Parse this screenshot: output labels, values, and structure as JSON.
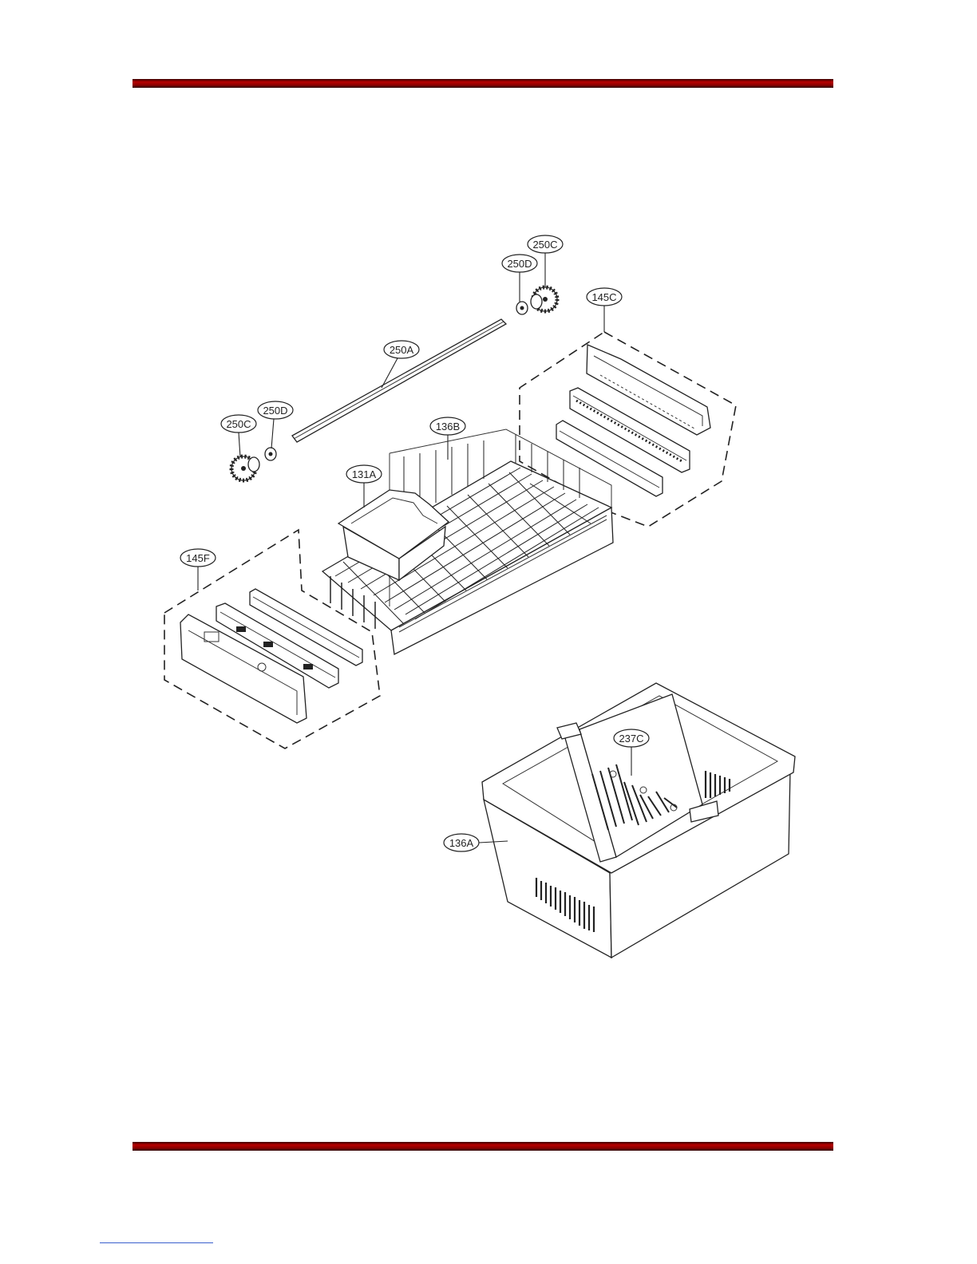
{
  "colors": {
    "rule": "#a00000",
    "ink": "#222222",
    "paper": "#ffffff",
    "link": "#3a5fcd"
  },
  "callouts": {
    "c250C_top": "250C",
    "c250D_top": "250D",
    "c145C": "145C",
    "c250A": "250A",
    "c250C_left": "250C",
    "c250D_left": "250D",
    "c136B": "136B",
    "c131A": "131A",
    "c145F": "145F",
    "c237C": "237C",
    "c136A": "136A"
  }
}
